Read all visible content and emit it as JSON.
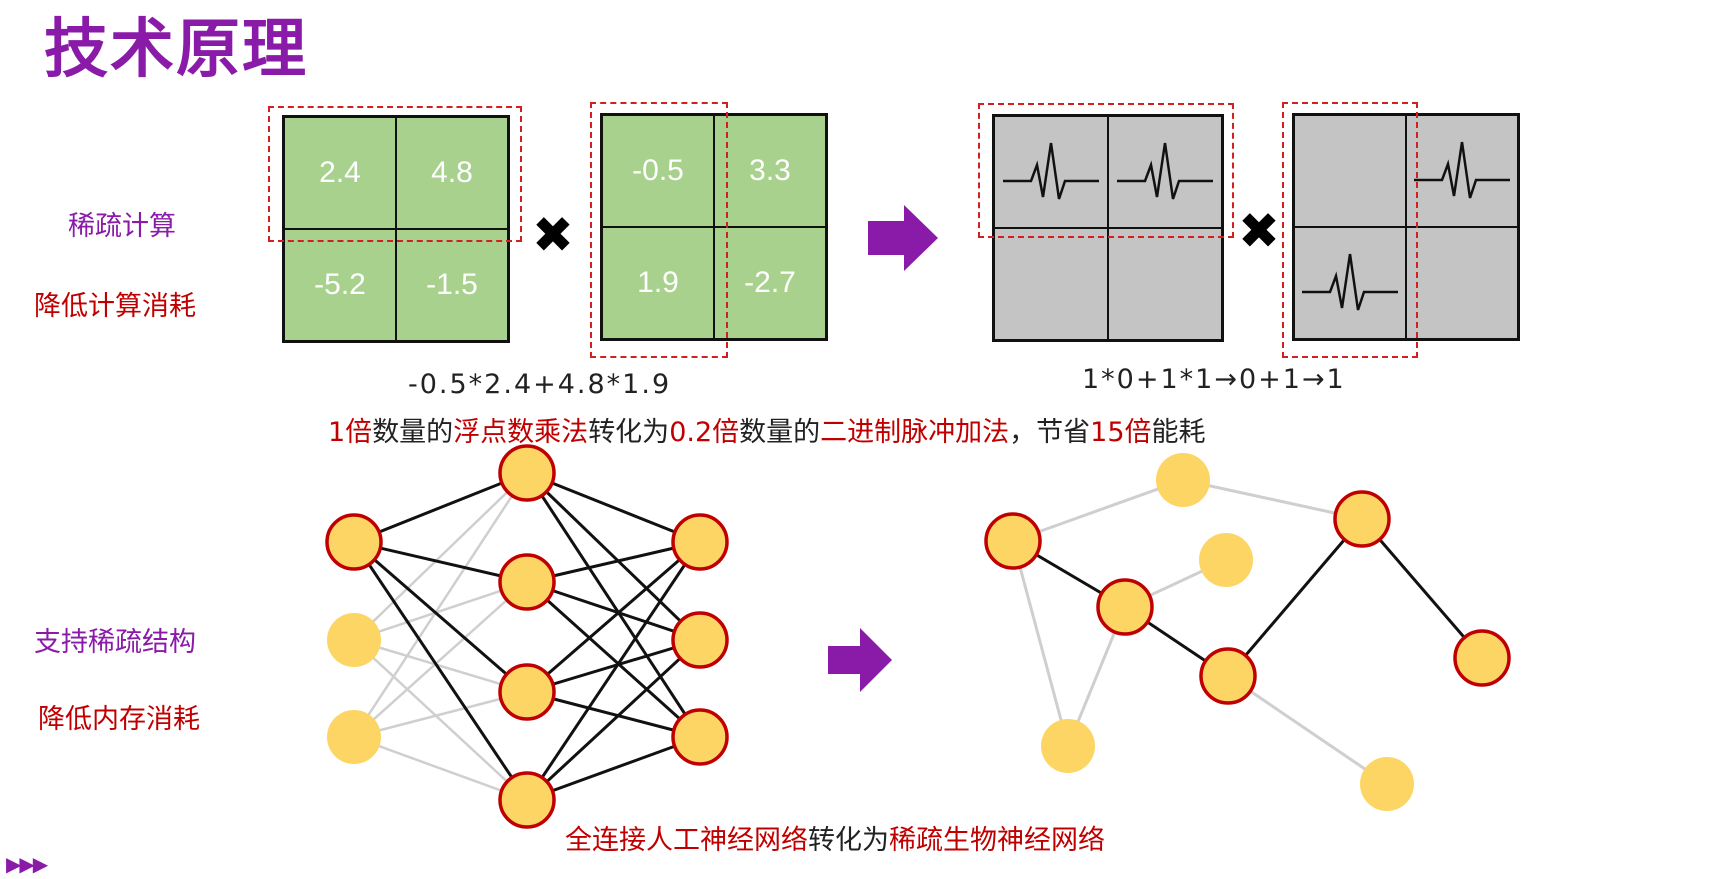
{
  "title": "技术原理",
  "left_labels": {
    "sparse_compute": "稀疏计算",
    "reduce_compute": "降低计算消耗",
    "sparse_structure": "支持稀疏结构",
    "reduce_memory": "降低内存消耗"
  },
  "matrix_a": [
    "2.4",
    "4.8",
    "-5.2",
    "-1.5"
  ],
  "matrix_b": [
    "-0.5",
    "3.3",
    "1.9",
    "-2.7"
  ],
  "formula_left": "-0.5*2.4+4.8*1.9",
  "formula_right": "1*0+1*1→0+1→1",
  "caption1": {
    "p1": "1倍",
    "p2": "数量的",
    "p3": "浮点数乘法",
    "p4": "转化为",
    "p5": "0.2倍",
    "p6": "数量的",
    "p7": "二进制脉冲加法",
    "p8": "，节省",
    "p9": "15倍",
    "p10": "能耗"
  },
  "caption2": {
    "p1": "全连接人工神经网络",
    "p2": "转化为",
    "p3": "稀疏生物神经网络"
  },
  "nav_glyph": "▶▶▶",
  "colors": {
    "title": "#8a1aa8",
    "accent_red": "#c00000",
    "matrix_green": "#a9d18e",
    "matrix_gray": "#c4c4c4",
    "node_fill": "#fcd565",
    "node_border": "#c00000",
    "arrow": "#8a1aa8"
  }
}
